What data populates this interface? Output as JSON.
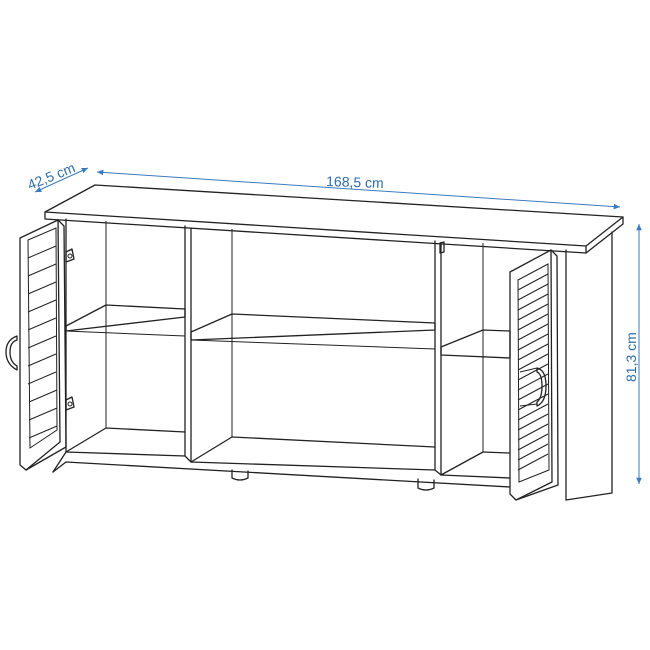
{
  "dimensions": {
    "depth": "42,5 cm",
    "width": "168,5 cm",
    "height": "81,3 cm"
  },
  "colors": {
    "dimension": "#3a7bbf",
    "outline": "#222222",
    "background": "#ffffff"
  },
  "product": "sideboard with two louvered doors, open shelving"
}
